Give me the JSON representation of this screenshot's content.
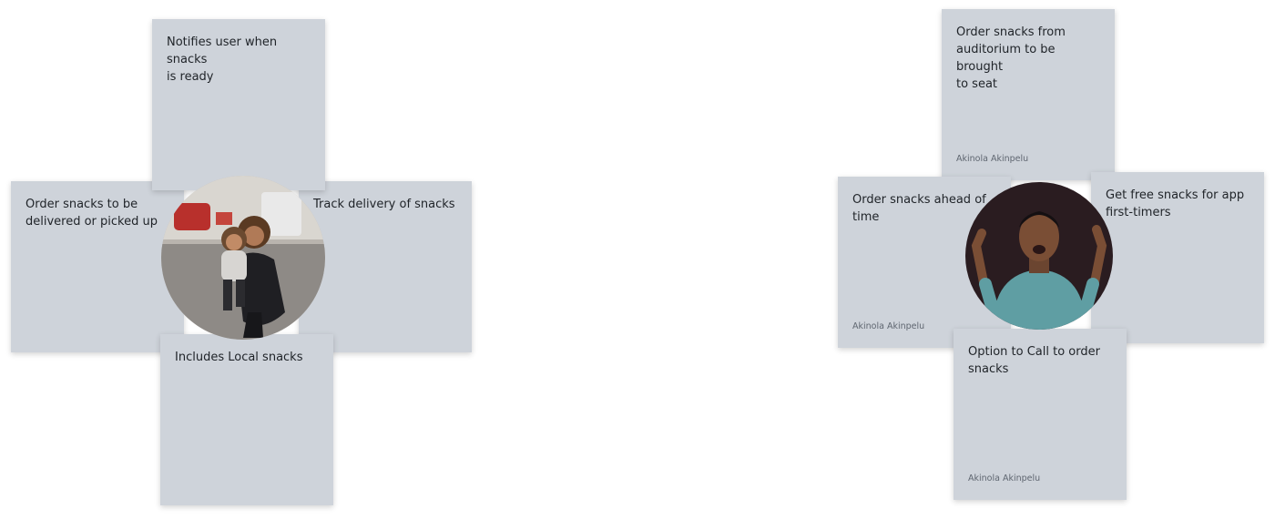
{
  "cluster_left": {
    "notes": [
      {
        "text": "Notifies user when snacks\nis ready"
      },
      {
        "text": "Order snacks to be\ndelivered or picked up"
      },
      {
        "text": "Track delivery of snacks"
      },
      {
        "text": "Includes Local snacks"
      }
    ],
    "avatar": {
      "icon": "mother-and-child-photo"
    }
  },
  "cluster_right": {
    "notes": [
      {
        "text": "Order snacks from\nauditorium to be brought\nto seat",
        "author": "Akinola Akinpelu"
      },
      {
        "text": "Order snacks ahead of\ntime",
        "author": "Akinola Akinpelu"
      },
      {
        "text": "Get free snacks for app\nfirst-timers"
      },
      {
        "text": "Option to Call to order\nsnacks",
        "author": "Akinola Akinpelu"
      }
    ],
    "avatar": {
      "icon": "excited-man-photo"
    }
  },
  "colors": {
    "note_bg": "#ced3da",
    "text": "#1f2328",
    "author_text": "#5f6670"
  }
}
